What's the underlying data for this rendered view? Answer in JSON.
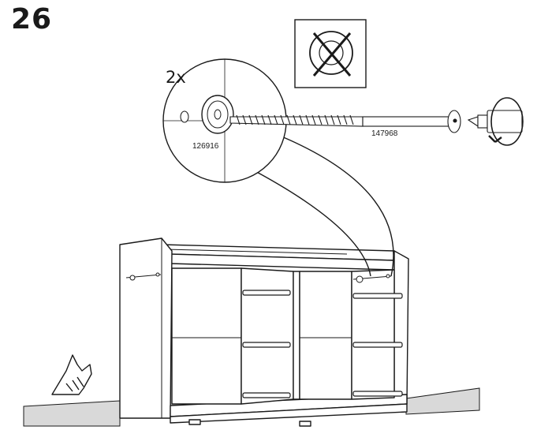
{
  "step": {
    "number": "26"
  },
  "callout": {
    "quantity": "2x",
    "parts": [
      {
        "id": "126916",
        "name": "washer"
      },
      {
        "id": "147968",
        "name": "screw"
      }
    ]
  },
  "icons": {
    "no_disc": "prohibited-disc-icon",
    "rotate": "rotate-direction-icon",
    "hand": "hand-press-icon",
    "bit": "screwdriver-bit-icon"
  },
  "colors": {
    "line": "#1a1a1a",
    "fill": "#ffffff",
    "floor": "#d9d9d9",
    "shadow": "#bdbdbd"
  }
}
